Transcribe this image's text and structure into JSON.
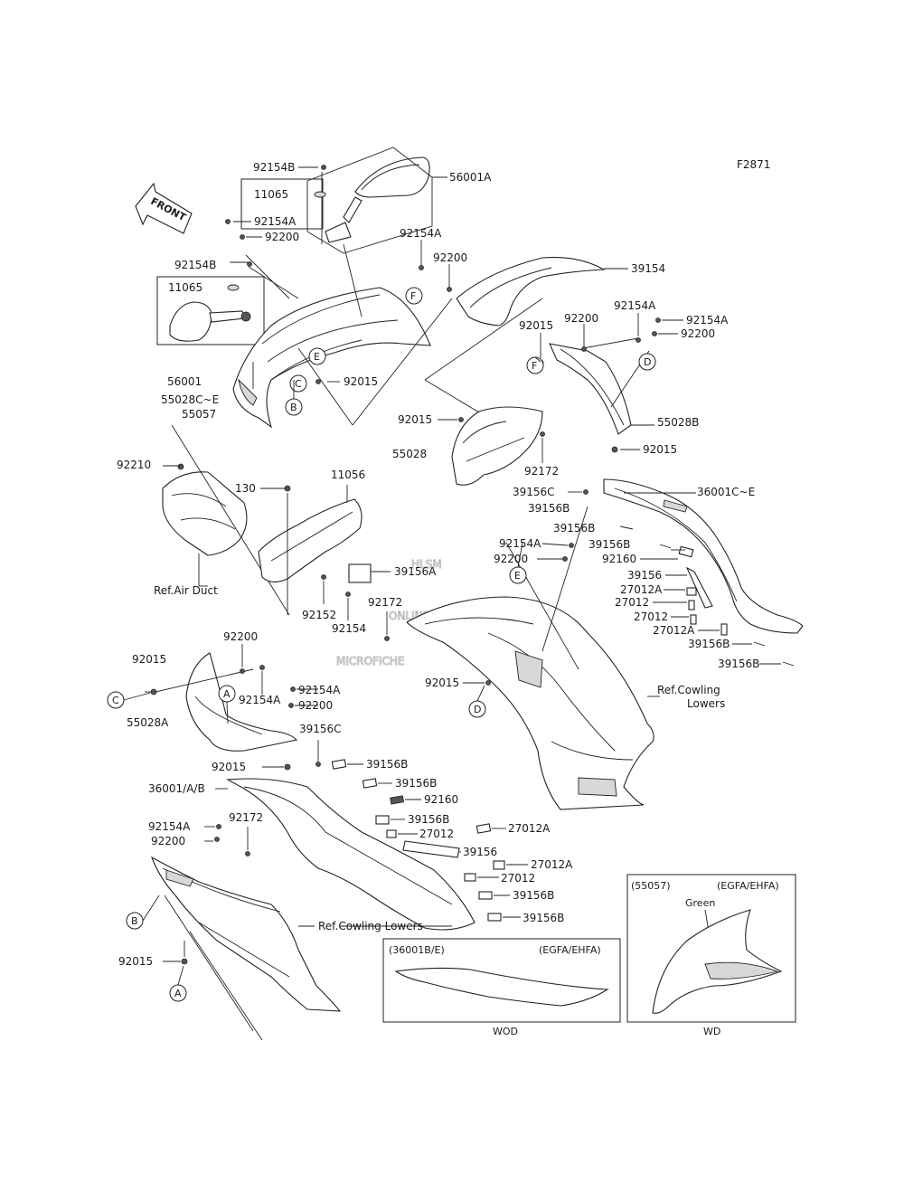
{
  "figure_code": "F2871",
  "front_label": "FRONT",
  "watermark": {
    "line1": "HLSM",
    "line2": "ONLINE",
    "line3": "MICROFICHE"
  },
  "labels": {
    "p92154B_top": "92154B",
    "p56001A": "56001A",
    "p11065_top": "11065",
    "p92154A_a": "92154A",
    "p92200_a": "92200",
    "p92154A_b": "92154A",
    "p92200_b": "92200",
    "p39154": "39154",
    "p92154B_left": "92154B",
    "p11065_left": "11065",
    "p56001": "56001",
    "p55028CE": "55028C~E",
    "p55057": "55057",
    "p92015_a": "92015",
    "p92015_b": "92015",
    "p92200_c": "92200",
    "p92154A_c": "92154A",
    "p92154A_d": "92154A",
    "p92200_d": "92200",
    "p55028B": "55028B",
    "p92015_c": "92015",
    "p92015_d": "92015",
    "p55028": "55028",
    "p92172_a": "92172",
    "p92210": "92210",
    "p130": "130",
    "p11056": "11056",
    "p39156C_a": "39156C",
    "p39156B_a": "39156B",
    "p36001CE": "36001C~E",
    "p39156B_b": "39156B",
    "p39156B_c": "39156B",
    "p92154A_e": "92154A",
    "p92200_e": "92200",
    "p92160_a": "92160",
    "p39156A": "39156A",
    "p39156_a": "39156",
    "p27012A_a": "27012A",
    "p27012_a": "27012",
    "p27012_b": "27012",
    "p27012A_b": "27012A",
    "p39156B_d": "39156B",
    "p39156B_e": "39156B",
    "ref_air_duct": "Ref.Air Duct",
    "p92152": "92152",
    "p92154": "92154",
    "p92172_b": "92172",
    "p92015_e": "92015",
    "ref_cowling_lowers_a": "Ref.Cowling",
    "ref_cowling_lowers_a2": "Lowers",
    "p92015_f": "92015",
    "p92200_f": "92200",
    "p92154A_f": "92154A",
    "p55028A": "55028A",
    "p92154A_g": "92154A",
    "p92200_g": "92200",
    "p39156C_b": "39156C",
    "p39156B_f": "39156B",
    "p92015_g": "92015",
    "p36001AB": "36001/A/B",
    "p39156B_g": "39156B",
    "p92160_b": "92160",
    "p92154A_h": "92154A",
    "p92172_c": "92172",
    "p92200_h": "92200",
    "p39156B_h": "39156B",
    "p27012_c": "27012",
    "p27012A_c": "27012A",
    "p39156_b": "39156",
    "p27012A_d": "27012A",
    "p27012_d": "27012",
    "p39156B_i": "39156B",
    "p39156B_j": "39156B",
    "ref_cowling_lowers_b": "Ref.Cowling Lowers",
    "p92015_h": "92015"
  },
  "callouts": {
    "A": "A",
    "B": "B",
    "C": "C",
    "D": "D",
    "E": "E",
    "F": "F"
  },
  "inset_wod": {
    "part": "(36001B/E)",
    "variant": "(EGFA/EHFA)",
    "caption": "WOD"
  },
  "inset_wd": {
    "part": "(55057)",
    "variant": "(EGFA/EHFA)",
    "color_note": "Green",
    "caption": "WD"
  }
}
